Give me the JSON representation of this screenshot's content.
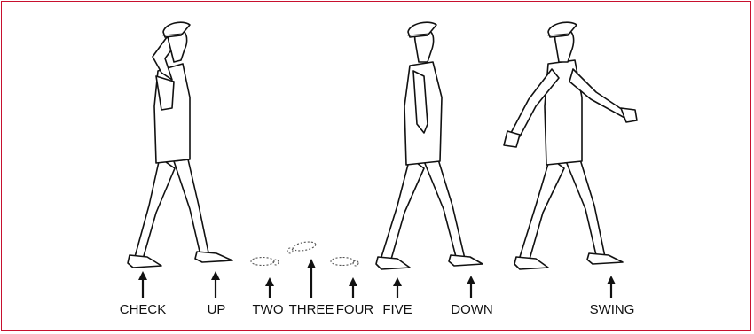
{
  "frame": {
    "border_color": "#c8102e"
  },
  "labels": {
    "check": "CHECK",
    "up": "UP",
    "two": "TWO",
    "three": "THREE",
    "four": "FOUR",
    "five": "FIVE",
    "down": "DOWN",
    "swing": "SWING"
  }
}
